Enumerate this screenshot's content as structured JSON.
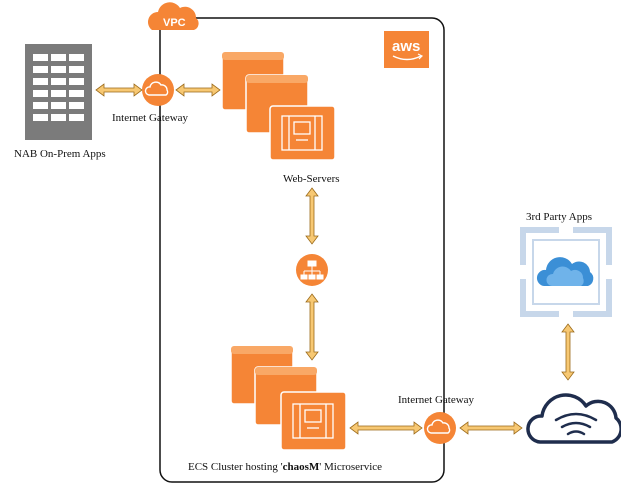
{
  "vpc": {
    "label": "VPC"
  },
  "aws": {
    "logo_text": "aws"
  },
  "on_prem": {
    "label": "NAB On-Prem Apps"
  },
  "gateway_left": {
    "label": "Internet  Gateway"
  },
  "gateway_right": {
    "label": "Internet  Gateway"
  },
  "web_servers": {
    "label": "Web-Servers"
  },
  "ecs_cluster": {
    "label_prefix": "ECS Cluster hosting '",
    "label_name": "chaosM",
    "label_suffix": "' Microservice"
  },
  "third_party": {
    "label": "3rd Party Apps"
  },
  "colors": {
    "aws_orange": "#f58536",
    "aws_orange_dark": "#d86613",
    "arrow_fill": "#f7c873",
    "arrow_stroke": "#9b6a1a",
    "building_gray": "#7b7b7b",
    "cloud_blue": "#3b8fd6",
    "frame_blue": "#c7d7ea",
    "internet_navy": "#1f2d4d"
  }
}
